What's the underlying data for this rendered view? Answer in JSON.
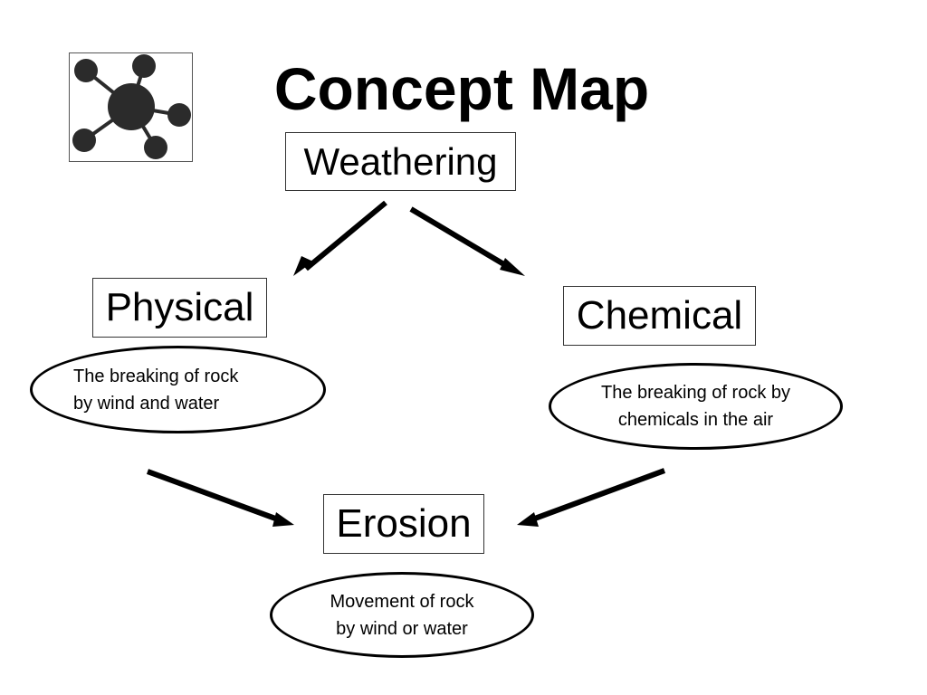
{
  "title": "Concept Map",
  "logo": {
    "icon": "network-hub-icon"
  },
  "nodes": {
    "weathering": {
      "label": "Weathering"
    },
    "physical": {
      "label": "Physical",
      "description": "The breaking of rock\nby wind and water"
    },
    "chemical": {
      "label": "Chemical",
      "description": "The breaking of rock by\nchemicals in the air"
    },
    "erosion": {
      "label": "Erosion",
      "description": "Movement of rock\nby wind or water"
    }
  },
  "edges": [
    {
      "from": "Weathering",
      "to": "Physical"
    },
    {
      "from": "Weathering",
      "to": "Chemical"
    },
    {
      "from": "Physical",
      "to": "Erosion"
    },
    {
      "from": "Chemical",
      "to": "Erosion"
    }
  ],
  "colors": {
    "stroke": "#000000",
    "background": "#ffffff"
  }
}
